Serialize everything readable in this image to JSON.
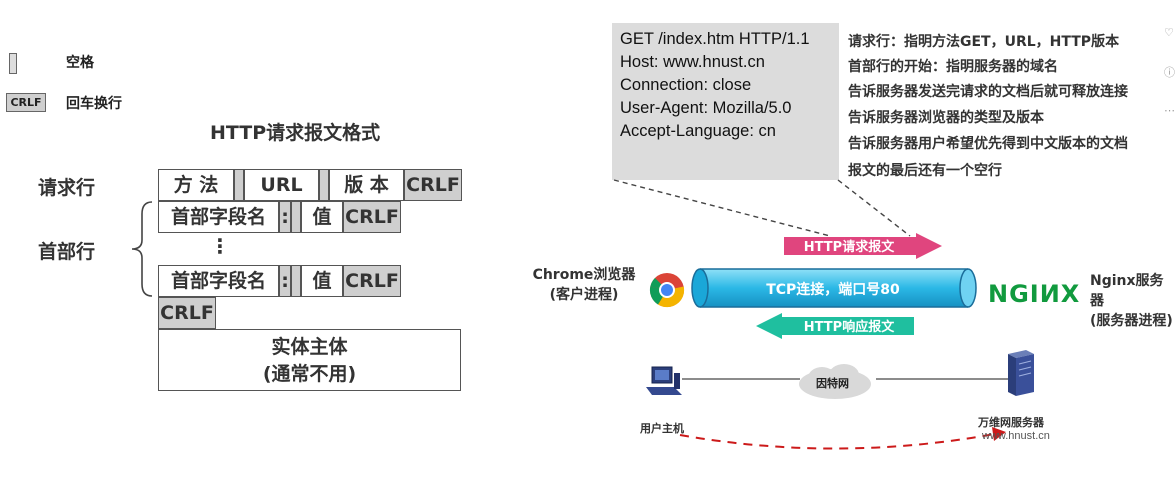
{
  "legend": {
    "space_label": "空格",
    "crlf_box": "CRLF",
    "crlf_label": "回车换行"
  },
  "format": {
    "title": "HTTP请求报文格式",
    "request_line_label": "请求行",
    "header_label": "首部行",
    "method": "方 法",
    "url": "URL",
    "version": "版 本",
    "crlf": "CRLF",
    "field_name": "首部字段名",
    "colon": ":",
    "value": "值",
    "dots": "⋮",
    "body_line1": "实体主体",
    "body_line2": "(通常不用)"
  },
  "request": {
    "lines": [
      "GET /index.htm HTTP/1.1",
      "Host: www.hnust.cn",
      "Connection: close",
      "User-Agent:  Mozilla/5.0",
      "Accept-Language: cn"
    ],
    "annotations": [
      "请求行：指明方法GET，URL，HTTP版本",
      "首部行的开始：指明服务器的域名",
      "告诉服务器发送完请求的文档后就可释放连接",
      "告诉服务器浏览器的类型及版本",
      "告诉服务器用户希望优先得到中文版本的文档",
      "报文的最后还有一个空行"
    ]
  },
  "network": {
    "browser_line1": "Chrome浏览器",
    "browser_line2": "(客户进程)",
    "server_line1": "Nginx服务器",
    "server_line2": "(服务器进程)",
    "nginx_logo": "NGIИX",
    "request_arrow": "HTTP请求报文",
    "tcp_label": "TCP连接，端口号80",
    "response_arrow": "HTTP响应报文",
    "internet": "因特网",
    "user_host": "用户主机",
    "web_server": "万维网服务器",
    "server_domain": "www.hnust.cn"
  },
  "colors": {
    "request_pill": "#e0457e",
    "tcp_pipe": "#2bb8e6",
    "response_pill": "#1fbf9f",
    "nginx_green": "#119a3e",
    "red_dashed": "#cc1a1a"
  }
}
